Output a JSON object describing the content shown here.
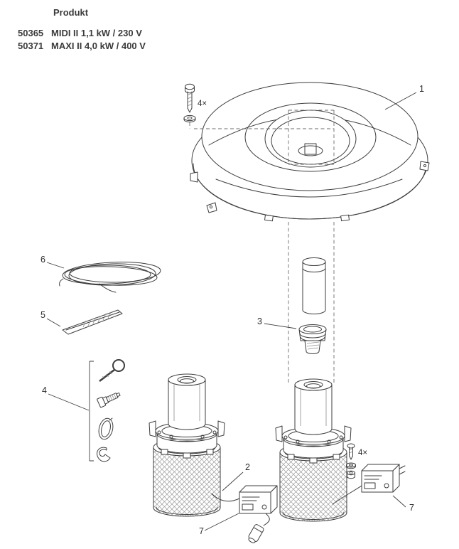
{
  "header": {
    "title": "Produkt",
    "products": [
      {
        "code": "50365",
        "name": "MIDI II 1,1 kW / 230 V"
      },
      {
        "code": "50371",
        "name": "MAXI II 4,0 kW / 400 V"
      }
    ]
  },
  "callouts": {
    "part1": "1",
    "part2": "2",
    "part3": "3",
    "part4": "4",
    "part5": "5",
    "part6": "6",
    "part7_left": "7",
    "part7_right": "7",
    "qty_top_screws": "4×",
    "qty_pump_screws": "4×"
  },
  "colors": {
    "line": "#3e3e3e",
    "text": "#2c2c2c",
    "mesh": "#9a9a9a"
  }
}
